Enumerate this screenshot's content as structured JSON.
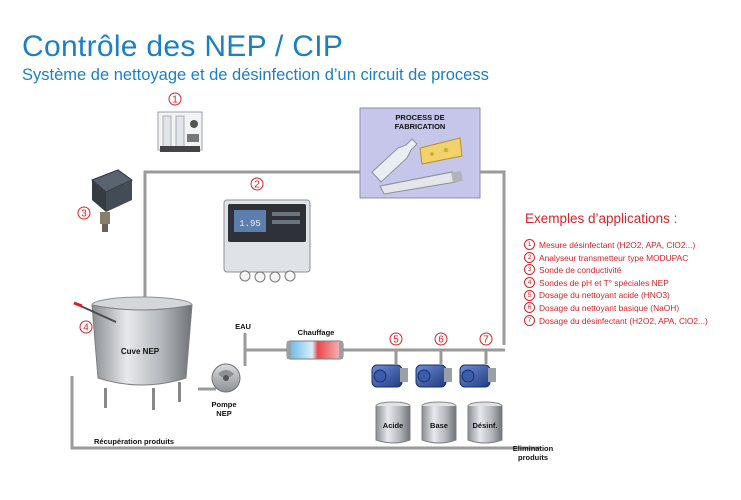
{
  "header": {
    "title": "Contrôle des NEP / CIP",
    "subtitle": "Système de nettoyage et de désinfection d’un circuit de process"
  },
  "process_box": {
    "label_line1": "PROCESS DE",
    "label_line2": "FABRICATION"
  },
  "diagram": {
    "tank_label": "Cuve NEP",
    "pump_label_line1": "Pompe",
    "pump_label_line2": "NEP",
    "water_label": "EAU",
    "heating_label": "Chauffage",
    "recovery_label": "Récupération produits",
    "elimination_line1": "Elimination",
    "elimination_line2": "produits",
    "containers": [
      "Acide",
      "Base",
      "Désinf."
    ],
    "device_screen_value": "1.95",
    "markers": [
      "1",
      "2",
      "3",
      "4",
      "5",
      "6",
      "7"
    ]
  },
  "applications": {
    "title": "Exemples d’applications :",
    "items": [
      {
        "num": "1",
        "text": "Mesure désinfectant (H2O2, APA, ClO2...)"
      },
      {
        "num": "2",
        "text": "Analyseur transmetteur type MODUPAC"
      },
      {
        "num": "3",
        "text": "Sonde de conductivité"
      },
      {
        "num": "4",
        "text": "Sondes de pH et T° spéciales NEP"
      },
      {
        "num": "5",
        "text": "Dosage du nettoyant acide (HNO3)"
      },
      {
        "num": "6",
        "text": "Dosage du nettoyant basique (NaOH)"
      },
      {
        "num": "7",
        "text": "Dosage du désinfectant (H2O2, APA, ClO2...)"
      }
    ]
  },
  "colors": {
    "accent_blue": "#1b7fc4",
    "accent_red": "#d3232a",
    "process_fill": "#c6c6ea",
    "pump_blue": "#2d4f9c"
  }
}
